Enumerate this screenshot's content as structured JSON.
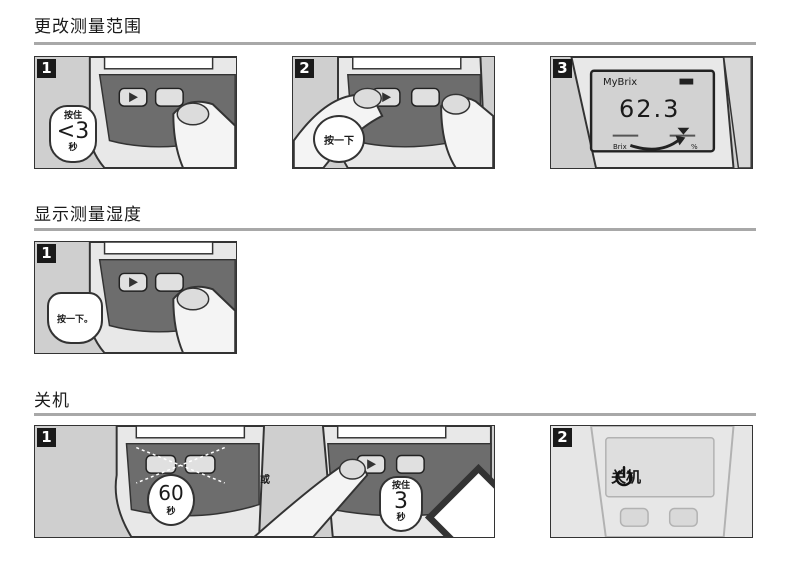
{
  "sections": [
    {
      "title": "更改测量范围",
      "steps": [
        {
          "num": "1",
          "badge_top": "按住",
          "badge_main": "<3",
          "badge_bottom": "秒"
        },
        {
          "num": "2",
          "badge_main": "按一下"
        },
        {
          "num": "3",
          "brand": "MyBrix",
          "reading": "62.3",
          "left_label": "Brix",
          "right_label": "%"
        }
      ]
    },
    {
      "title": "显示测量湿度",
      "steps": [
        {
          "num": "1",
          "badge_main": "按一下。"
        }
      ]
    },
    {
      "title": "关机",
      "steps": [
        {
          "num": "1",
          "circle_main": "60",
          "circle_bottom": "秒",
          "or_label": "或",
          "badge_top": "按住",
          "badge_main": "3",
          "badge_bottom": "秒"
        },
        {
          "num": "2",
          "power_label": "关机"
        }
      ]
    }
  ],
  "colors": {
    "panel_bg": "#cfcfcf",
    "device_body": "#e8e8e8",
    "keypad": "#6d6d6d",
    "rule": "#a8a8a8"
  }
}
